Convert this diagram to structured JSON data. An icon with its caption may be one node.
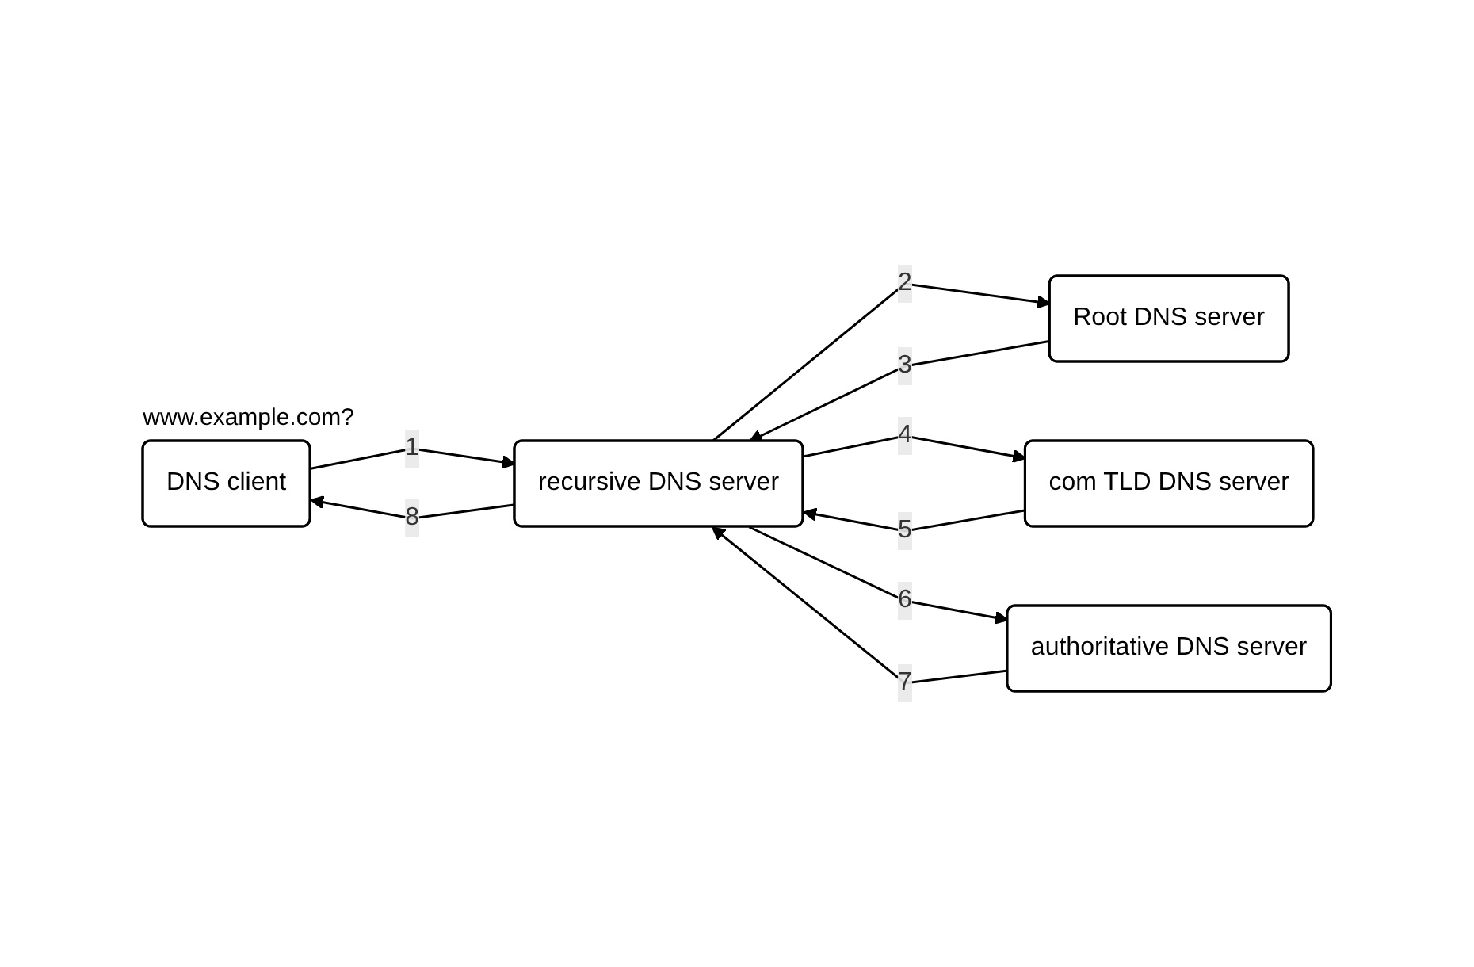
{
  "diagram": {
    "nodes": [
      {
        "text": [
          "DNS client"
        ],
        "beside": [
          "www.example.com?"
        ]
      },
      {
        "text": [
          "recursive DNS server"
        ]
      },
      {
        "text": [
          "Root DNS server"
        ]
      },
      {
        "text": [
          "com TLD DNS server"
        ]
      },
      {
        "text": [
          "authoritative DNS server"
        ]
      }
    ],
    "edges": [
      {
        "from": 0,
        "to": 1,
        "arrow": "to",
        "label": "1"
      },
      {
        "from": 1,
        "to": 2,
        "arrow": "to",
        "label": "2"
      },
      {
        "from": 2,
        "to": 1,
        "arrow": "to",
        "label": "3"
      },
      {
        "from": 1,
        "to": 3,
        "arrow": "to",
        "label": "4"
      },
      {
        "from": 3,
        "to": 1,
        "arrow": "to",
        "label": "5"
      },
      {
        "from": 1,
        "to": 4,
        "arrow": "to",
        "label": "6"
      },
      {
        "from": 4,
        "to": 1,
        "arrow": "to",
        "label": "7"
      },
      {
        "from": 1,
        "to": 0,
        "arrow": "to",
        "label": "8"
      }
    ]
  }
}
